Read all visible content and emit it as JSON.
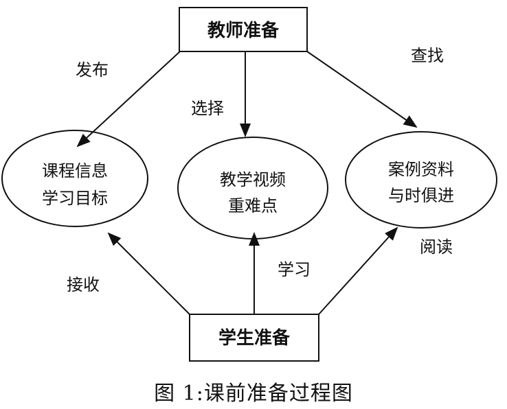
{
  "nodes": {
    "teacher": "教师准备",
    "student": "学生准备",
    "left_line1": "课程信息",
    "left_line2": "学习目标",
    "center_line1": "教学视频",
    "center_line2": "重难点",
    "right_line1": "案例资料",
    "right_line2": "与时俱进"
  },
  "edge_labels": {
    "publish": "发布",
    "select": "选择",
    "search": "查找",
    "receive": "接收",
    "learn": "学习",
    "read": "阅读"
  },
  "caption": "图 1:课前准备过程图"
}
